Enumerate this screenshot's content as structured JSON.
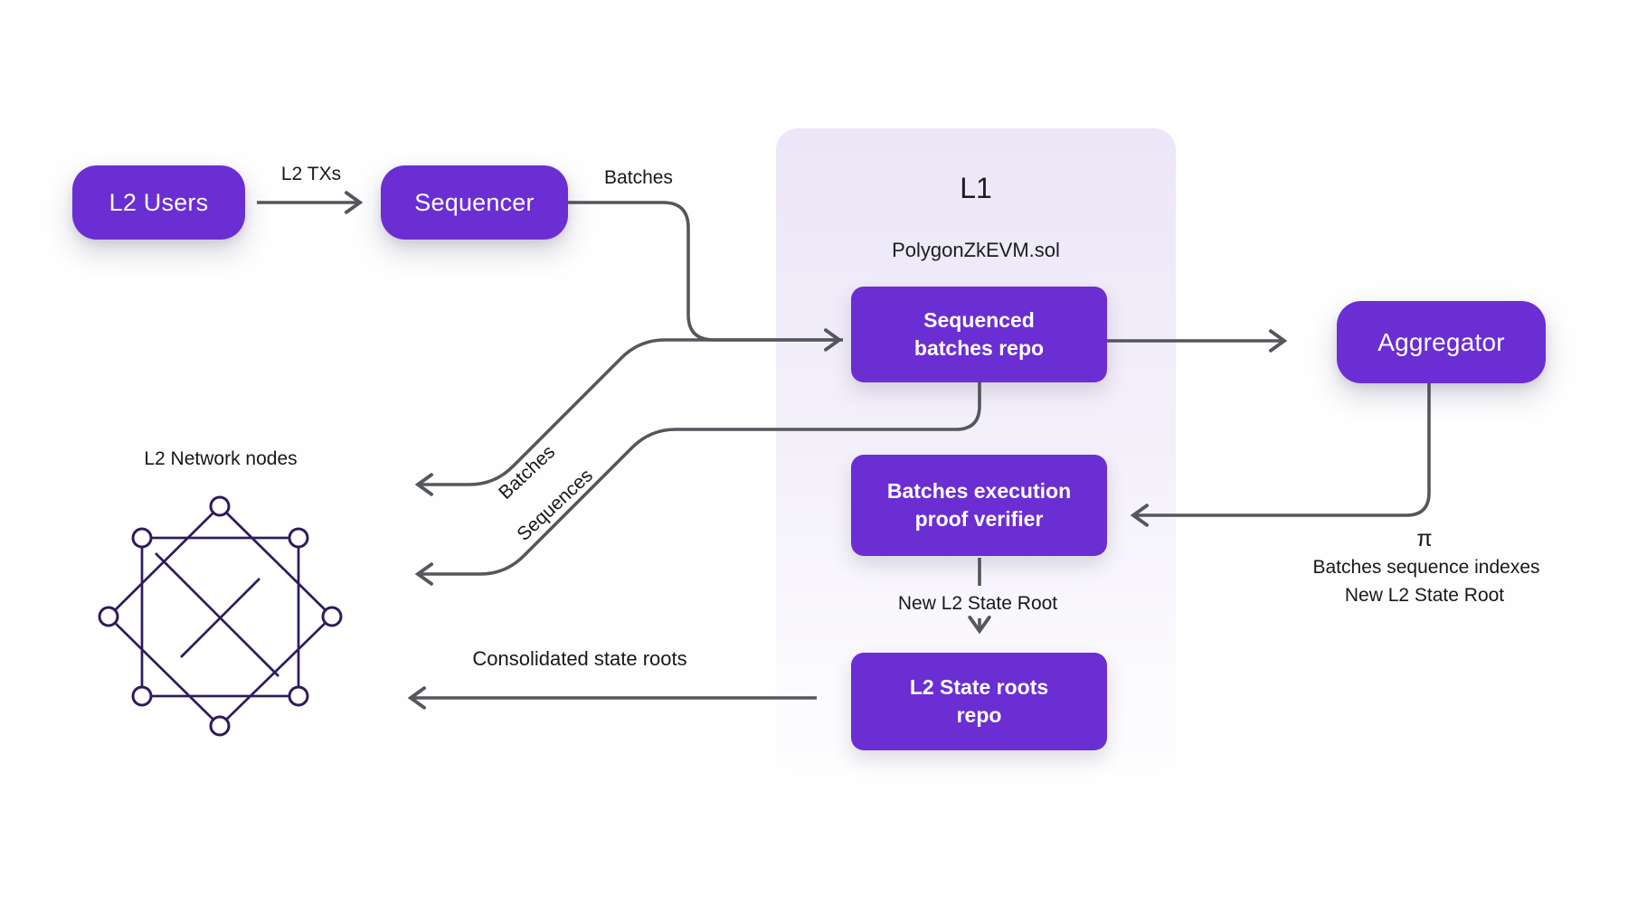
{
  "l1_panel": {
    "title": "L1",
    "subtitle": "PolygonZkEVM.sol"
  },
  "nodes": {
    "l2_users": "L2 Users",
    "sequencer": "Sequencer",
    "aggregator": "Aggregator",
    "sequenced_repo_line1": "Sequenced",
    "sequenced_repo_line2": "batches repo",
    "verifier_line1": "Batches execution",
    "verifier_line2": "proof verifier",
    "state_repo_line1": "L2 State roots",
    "state_repo_line2": "repo",
    "network_label": "L2 Network nodes"
  },
  "edge_labels": {
    "l2_txs": "L2 TXs",
    "batches_top": "Batches",
    "batches_diagonal": "Batches",
    "sequences_diagonal": "Sequences",
    "consolidated": "Consolidated state roots",
    "new_l2_state_root": "New L2 State Root",
    "pi": "π",
    "batches_sequence_indexes": "Batches sequence indexes",
    "new_l2_state_root_right": "New L2 State Root"
  },
  "colors": {
    "node_purple": "#6a2ed3",
    "panel_lavender_top": "#ece6f8",
    "panel_lavender_bottom": "#fdfdfe",
    "arrow_gray": "#54575c",
    "network_ink": "#2e1a5e",
    "text_dark": "#17181c"
  }
}
